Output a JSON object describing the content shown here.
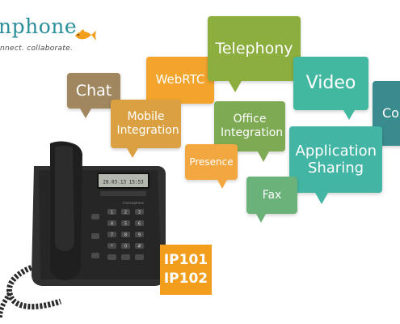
{
  "brand": {
    "logo_text": "nphone",
    "tagline": "nnect. collaborate.",
    "fish_icon": "goldfish-icon",
    "accent": "#2a8f9b"
  },
  "features": [
    {
      "label": "Chat",
      "color": "#a08760"
    },
    {
      "label": "WebRTC",
      "color": "#f2a42d"
    },
    {
      "label": "Telephony",
      "color": "#8cae3e"
    },
    {
      "label": "Video",
      "color": "#43b8a0"
    },
    {
      "label": "Co",
      "color": "#3a8b8e"
    },
    {
      "label": "Mobile Integration",
      "color": "#dba042"
    },
    {
      "label": "Office Integration",
      "color": "#7daa52"
    },
    {
      "label": "Presence",
      "color": "#f3a740"
    },
    {
      "label": "Application Sharing",
      "color": "#43b5a4"
    },
    {
      "label": "Fax",
      "color": "#6ab27a"
    }
  ],
  "phone": {
    "display_text": "28.03.13 15:53",
    "brand_label": "innovaphone"
  },
  "models": [
    "IP101",
    "IP102"
  ],
  "model_badge_color": "#f29d1b"
}
